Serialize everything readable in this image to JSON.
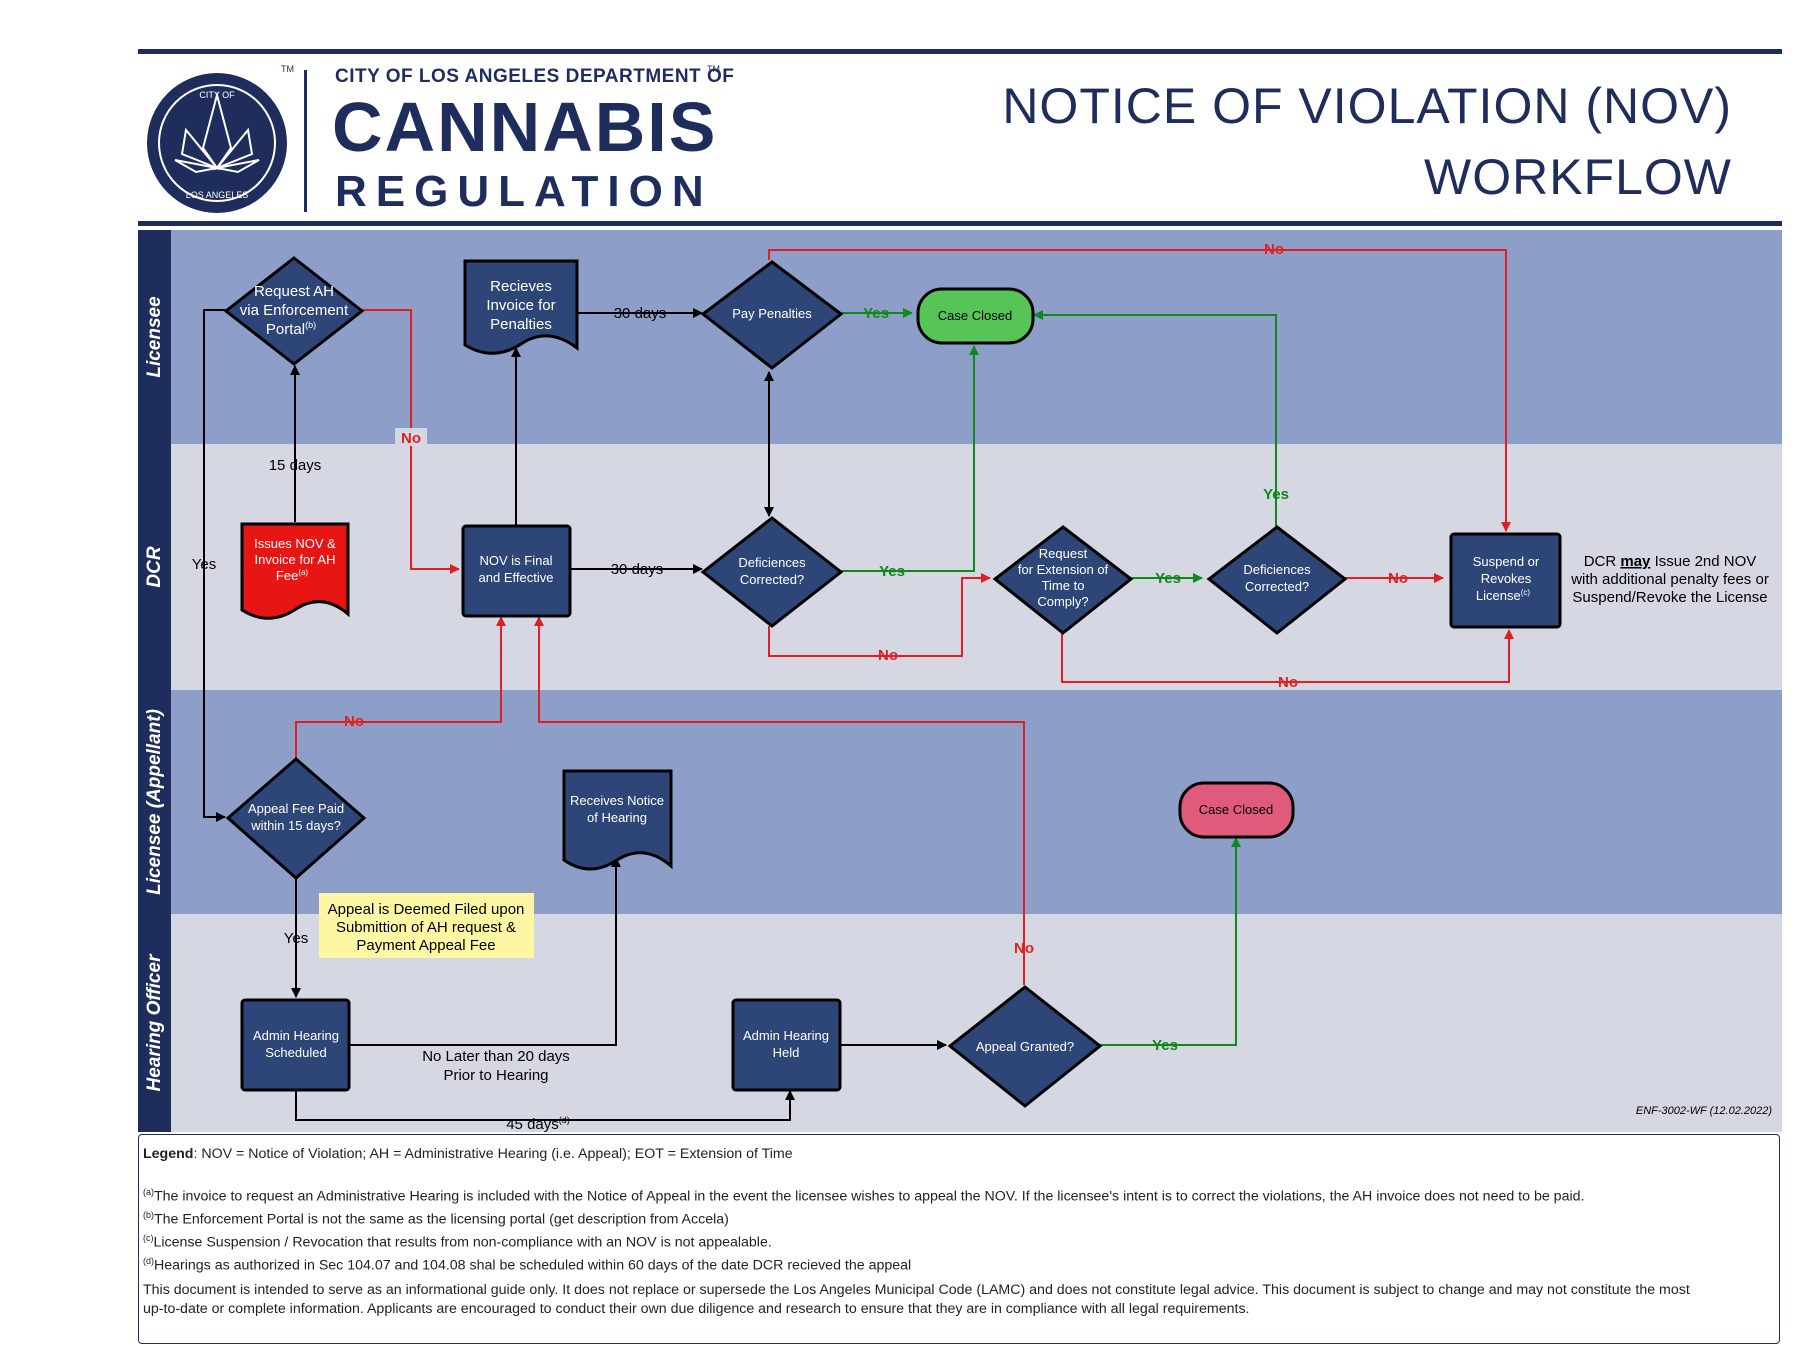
{
  "header": {
    "org_line": "CITY OF LOS ANGELES DEPARTMENT OF",
    "org_main": "CANNABIS",
    "org_reg": "REGULATION",
    "tm": "TM",
    "seal_top": "CITY OF",
    "seal_bottom": "LOS ANGELES",
    "title_line1": "NOTICE OF VIOLATION (NOV)",
    "title_line2": "WORKFLOW"
  },
  "lanes": [
    "Licensee",
    "DCR",
    "Licensee (Appellant)",
    "Hearing Officer"
  ],
  "nodes": {
    "request_ah": [
      "Request AH",
      "via Enforcement",
      "Portal"
    ],
    "request_ah_sup": "(b)",
    "receives_invoice": [
      "Recieves",
      "Invoice for",
      "Penalties"
    ],
    "pay_penalties": "Pay Penalties",
    "case_closed_1": "Case Closed",
    "issues_nov": [
      "Issues NOV &",
      "Invoice for AH",
      "Fee"
    ],
    "issues_nov_sup": "(a)",
    "nov_final": [
      "NOV is Final",
      "and Effective"
    ],
    "deficiences_1": [
      "Deficiences",
      "Corrected?"
    ],
    "request_ext": [
      "Request",
      "for Extension of",
      "Time to",
      "Comply?"
    ],
    "deficiences_2": [
      "Deficiences",
      "Corrected?"
    ],
    "suspend": [
      "Suspend or",
      "Revokes",
      "License"
    ],
    "suspend_sup": "(c)",
    "appeal_fee": [
      "Appeal Fee Paid",
      "within 15 days?"
    ],
    "receives_notice": [
      "Receives Notice",
      "of Hearing"
    ],
    "case_closed_2": "Case Closed",
    "admin_scheduled": [
      "Admin Hearing",
      "Scheduled"
    ],
    "admin_held": [
      "Admin Hearing",
      "Held"
    ],
    "appeal_granted": "Appeal Granted?"
  },
  "notes": {
    "dcr_may_pre": "DCR ",
    "dcr_may_bold": "may",
    "dcr_may_post": " Issue 2nd NOV",
    "dcr_line2": "with additional penalty fees or",
    "dcr_line3": "Suspend/Revoke the License",
    "appeal_note": [
      "Appeal is Deemed Filed upon",
      "Submittion of AH request &",
      "Payment Appeal Fee"
    ],
    "doc_id": "ENF-3002-WF (12.02.2022)"
  },
  "edge_labels": {
    "yes": "Yes",
    "no": "No",
    "days15": "15 days",
    "days30": "30 days",
    "days45": "45 days",
    "days45_sup": "(d)",
    "no_later_1": "No Later than 20 days",
    "no_later_2": "Prior to Hearing"
  },
  "legend": {
    "label": "Legend",
    "text": ":  NOV = Notice of Violation;  AH = Administrative Hearing (i.e. Appeal); EOT = Extension of Time",
    "notes": [
      {
        "sup": "(a)",
        "text": "The invoice to request an Administrative Hearing is included with the  Notice of Appeal in the event the licensee wishes to appeal the NOV.  If the licensee's intent is to correct the violations, the AH invoice does not need to be paid."
      },
      {
        "sup": "(b)",
        "text": "The Enforcement Portal is not the same as the licensing portal (get description from Accela)"
      },
      {
        "sup": "(c)",
        "text": "License Suspension / Revocation that results from non-compliance with an NOV is not appealable."
      },
      {
        "sup": "(d)",
        "text": "Hearings as authorized in Sec 104.07 and 104.08 shal be scheduled within 60 days of the date DCR recieved the appeal"
      }
    ],
    "disclaimer_1": "This document is intended to serve as an informational guide only. It does not replace or supersede the Los Angeles Municipal Code (LAMC) and does not constitute legal advice. This document is subject to change and may not constitute the most",
    "disclaimer_2": "up-to-date or complete information.  Applicants are encouraged to conduct their own due diligence and research to ensure that they are in compliance with all legal requirements."
  },
  "colors": {
    "navy": "#1f2d5c",
    "node": "#2e4677",
    "lane_dark": "#8d9fc8",
    "lane_light": "#d5d8e3",
    "red": "#e02020",
    "green": "#0e8a1a",
    "closed_green": "#56c457",
    "closed_pink": "#e05a7c",
    "nov_red": "#e81515",
    "note_yellow": "#fdf7a4"
  }
}
